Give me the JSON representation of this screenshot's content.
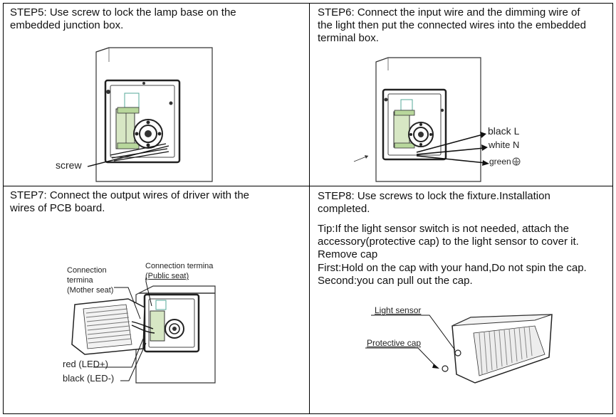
{
  "steps": {
    "step5": {
      "lines": [
        "STEP5: Use screw to lock the lamp base on the",
        "embedded junction box."
      ],
      "labels": {
        "screw": "screw"
      }
    },
    "step6": {
      "lines": [
        "STEP6: Connect the input wire and the dimming wire of",
        "the light then put the connected wires into the embedded",
        "terminal box."
      ],
      "labels": {
        "black": "black L",
        "white": "white N",
        "green": "green"
      }
    },
    "step7": {
      "lines": [
        "STEP7: Connect the output wires of driver with the",
        "wires of PCB board."
      ],
      "labels": {
        "mother_1": "Connection",
        "mother_2": "termina",
        "mother_3": "(Mother seat)",
        "public_1": "Connection termina",
        "public_2": "(Public seat)",
        "red": "red (LED+)",
        "black": "black (LED-)"
      }
    },
    "step8": {
      "lines": [
        "STEP8: Use screws to lock the fixture.Installation",
        "completed."
      ],
      "tip_lines": [
        "Tip:If the light sensor switch is not needed, attach the",
        "accessory(protective cap) to the light sensor to cover it.",
        "Remove cap",
        "First:Hold on the cap with your hand,Do not spin the cap.",
        "Second:you can pull out the cap."
      ],
      "labels": {
        "sensor": "Light sensor",
        "cap": "Protective cap"
      }
    }
  }
}
